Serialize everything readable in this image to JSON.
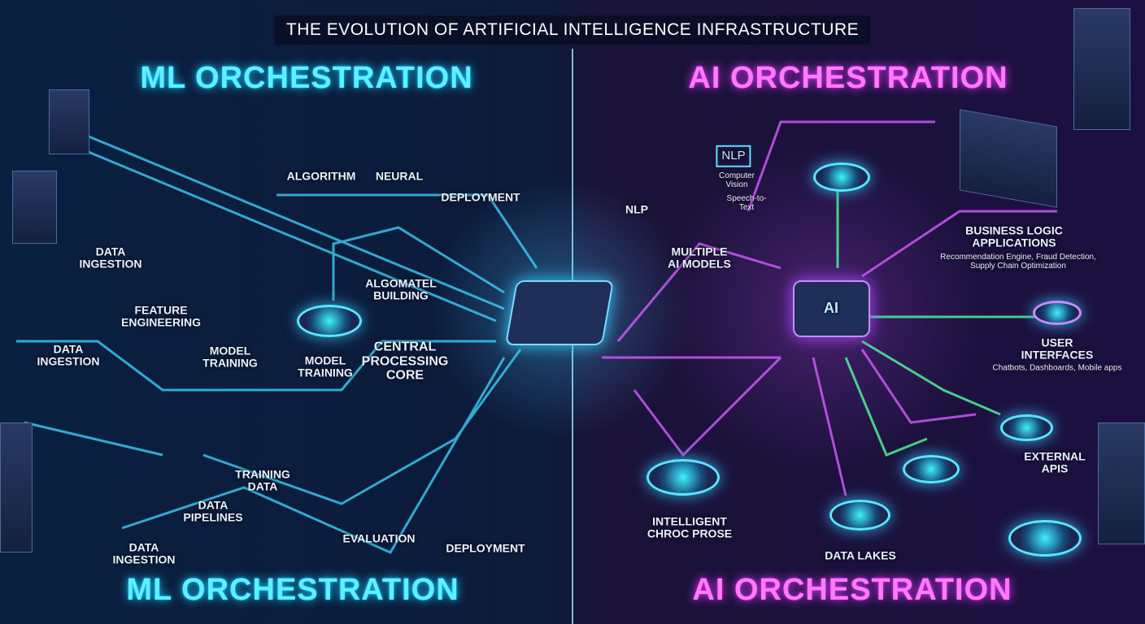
{
  "title": "THE EVOLUTION OF ARTIFICIAL INTELLIGENCE INFRASTRUCTURE",
  "ml": {
    "heading_top": "ML ORCHESTRATION",
    "heading_bottom": "ML ORCHESTRATION",
    "labels": {
      "algorithm": "ALGORITHM",
      "neural": "NEURAL",
      "deployment_top": "DEPLOYMENT",
      "data_ingestion_1": "DATA\nINGESTION",
      "data_ingestion_2": "DATA\nINGESTION",
      "feature_engineering": "FEATURE\nENGINEERING",
      "model_training_1": "MODEL\nTRAINING",
      "model_training_2": "MODEL\nTRAINING",
      "algomatel_building": "ALGOMATEL\nBUILDING",
      "central_processing_core": "CENTRAL\nPROCESSING\nCORE",
      "training_data": "TRAINING\nDATA",
      "data_pipelines": "DATA\nPIPELINES",
      "data_ingestion_3": "DATA\nINGESTION",
      "evaluation": "EVALUATION",
      "deployment_bottom": "DEPLOYMENT"
    }
  },
  "ai": {
    "heading_top": "AI ORCHESTRATION",
    "heading_bottom": "AI ORCHESTRATION",
    "labels": {
      "nlp": "NLP",
      "nlp_screen": "NLP",
      "computer_vision": "Computer\nVision",
      "speech_to_text": "Speech-to-\nText",
      "multiple_ai_models": "MULTIPLE\nAI MODELS",
      "business_logic": "BUSINESS LOGIC\nAPPLICATIONS",
      "business_logic_sub": "Recommendation Engine, Fraud Detection,\nSupply Chain Optimization",
      "user_interfaces": "USER\nINTERFACES",
      "user_interfaces_sub": "Chatbots, Dashboards, Mobile apps",
      "external_apis": "EXTERNAL\nAPIS",
      "intelligent": "INTELLIGENT\nCHROC PROSE",
      "data_lakes": "DATA LAKES",
      "ai_chip": "AI"
    }
  },
  "colors": {
    "ml_accent": "#5ff0ff",
    "ai_accent": "#ff7cf5",
    "ai_green": "#4dff9a"
  }
}
